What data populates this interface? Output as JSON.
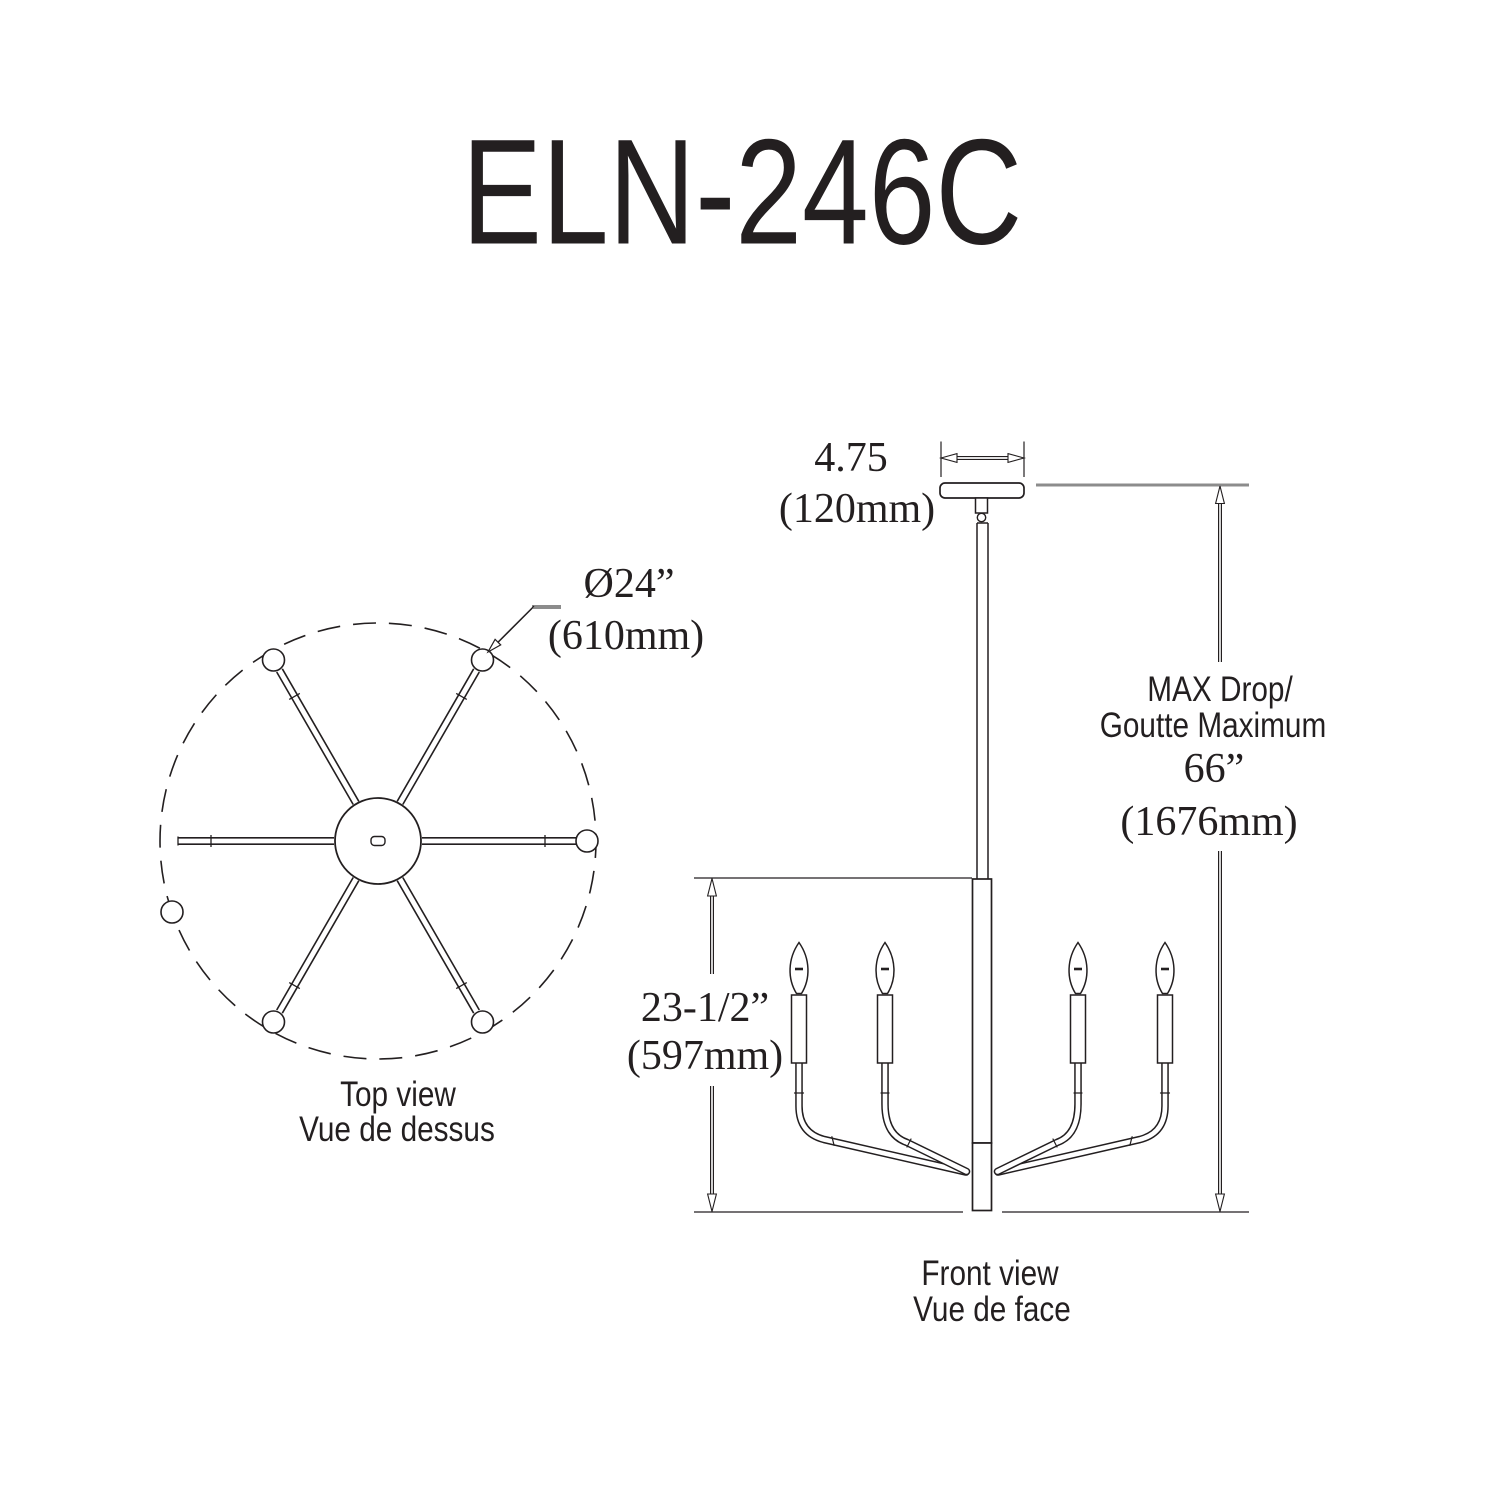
{
  "title": "ELN-246C",
  "colors": {
    "ink": "#231f20",
    "gray_line": "#8c8c8c",
    "background": "#ffffff"
  },
  "top_view": {
    "diameter_label_line1": "Ø24”",
    "diameter_label_line2": "(610mm)",
    "caption_line1": "Top view",
    "caption_line2": "Vue de dessus"
  },
  "front_view": {
    "canopy_width_line1": "4.75",
    "canopy_width_line2": "(120mm)",
    "max_drop_line1": "MAX Drop/",
    "max_drop_line2": "Goutte Maximum",
    "max_drop_line3": "66”",
    "max_drop_line4": "(1676mm)",
    "body_height_line1": "23-1/2”",
    "body_height_line2": "(597mm)",
    "caption_line1": "Front view",
    "caption_line2": "Vue de face"
  }
}
